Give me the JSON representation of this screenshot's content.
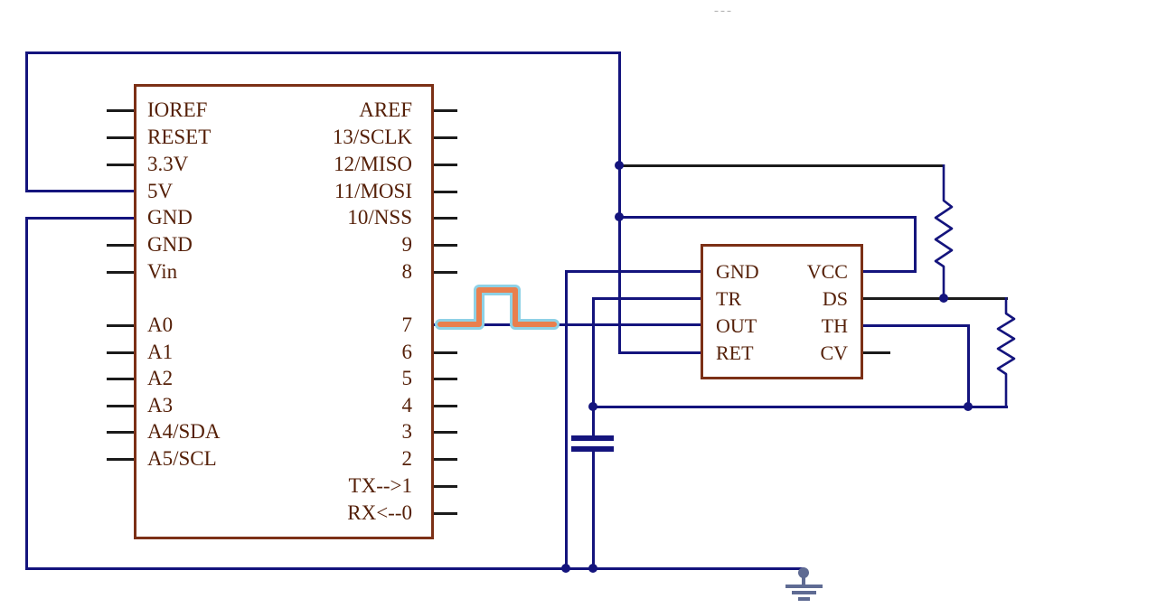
{
  "arduino": {
    "left_pins": [
      "IOREF",
      "RESET",
      "3.3V",
      "5V",
      "GND",
      "GND",
      "Vin",
      "A0",
      "A1",
      "A2",
      "A3",
      "A4/SDA",
      "A5/SCL"
    ],
    "right_pins": [
      "AREF",
      "13/SCLK",
      "12/MISO",
      "11/MOSI",
      "10/NSS",
      "9",
      "8",
      "7",
      "6",
      "5",
      "4",
      "3",
      "2",
      "TX-->1",
      "RX<--0"
    ]
  },
  "timer": {
    "left_pins": [
      "GND",
      "TR",
      "OUT",
      "RET"
    ],
    "right_pins": [
      "VCC",
      "DS",
      "TH",
      "CV"
    ]
  },
  "symbols": {
    "pulse": "pulse-waveform-icon",
    "resistor_1": "resistor-icon",
    "resistor_2": "resistor-icon",
    "capacitor": "capacitor-icon",
    "ground": "ground-symbol-icon"
  },
  "colors": {
    "wire": "#14147d",
    "wire_black": "#1b1b1b",
    "component_border": "#7c3016",
    "label": "#552008",
    "dot": "#14147d",
    "pulse": "#e97f4e",
    "pulse_outline": "#8ed1e6",
    "ground": "#5f6b93",
    "background": "#ffffff"
  },
  "artifact": {
    "text": "---"
  }
}
